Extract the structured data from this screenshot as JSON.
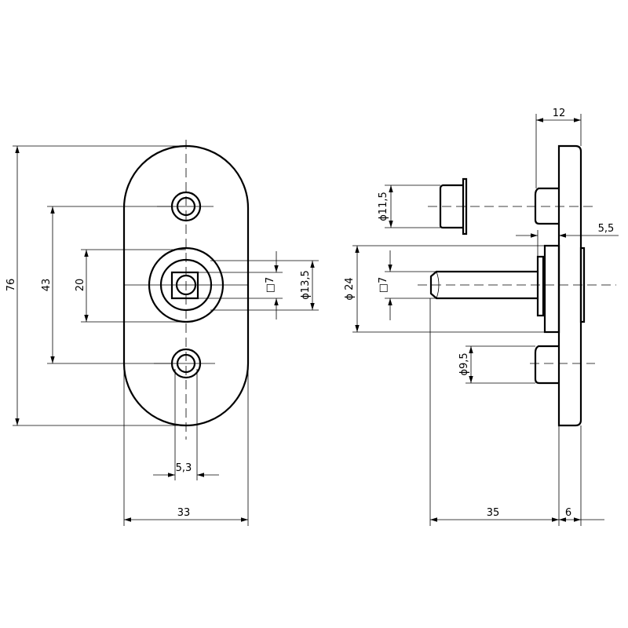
{
  "front_view": {
    "overall_height": "76",
    "hole_spacing": "43",
    "rosette_diameter": "20",
    "square_spindle": "□7",
    "hub_diameter": "ϕ13,5",
    "hole_diameter": "5,3",
    "overall_width": "33"
  },
  "side_view": {
    "thickness": "12",
    "cap_diameter": "ϕ11,5",
    "boss_offset": "5,5",
    "base_diameter": "ϕ 24",
    "square_spindle": "□7",
    "boss_diameter": "ϕ9,5",
    "spindle_length": "35",
    "plate_thickness": "6"
  }
}
